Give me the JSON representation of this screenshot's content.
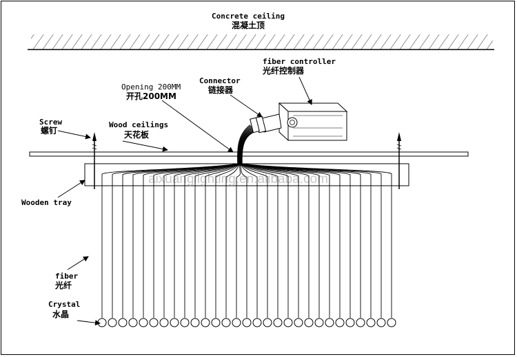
{
  "labels": {
    "ceiling_en": "Concrete ceiling",
    "ceiling_cn": "混凝土顶",
    "controller_en": "fiber controller",
    "controller_cn": "光纤控制器",
    "connector_en": "Connector",
    "connector_cn": "链接器",
    "opening_en": "Opening 200MM",
    "opening_cn": "开孔200MM",
    "screw_en": "Screw",
    "screw_cn": "螺钉",
    "wood_en": "Wood ceilings",
    "wood_cn": "天花板",
    "tray_en": "Wooden tray",
    "fiber_en": "fiber",
    "fiber_cn": "光纤",
    "crystal_en": "Crystal",
    "crystal_cn": "水晶"
  },
  "watermark": "aixuanglighting.en.alibaba.com",
  "fiber_count": 29
}
